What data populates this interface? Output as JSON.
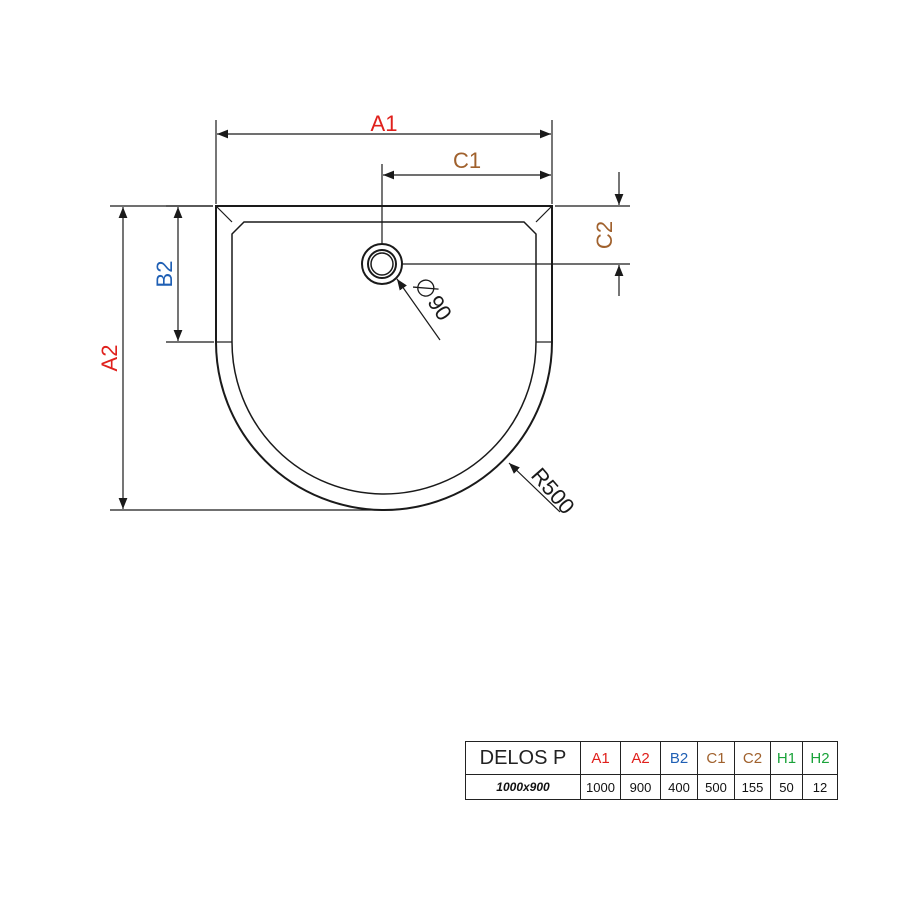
{
  "drawing": {
    "dimensions": {
      "a1": "A1",
      "a2": "A2",
      "b2": "B2",
      "c1": "C1",
      "c2": "C2",
      "diameter": "90",
      "radius": "R500"
    },
    "colors": {
      "a": "#e0201c",
      "b": "#1f5fb4",
      "c": "#a0612d",
      "h": "#1aa33a",
      "line": "#1a1a1a"
    }
  },
  "table": {
    "model": "DELOS P",
    "size": "1000x900",
    "headers": [
      "A1",
      "A2",
      "B2",
      "C1",
      "C2",
      "H1",
      "H2"
    ],
    "values": [
      "1000",
      "900",
      "400",
      "500",
      "155",
      "50",
      "12"
    ]
  }
}
